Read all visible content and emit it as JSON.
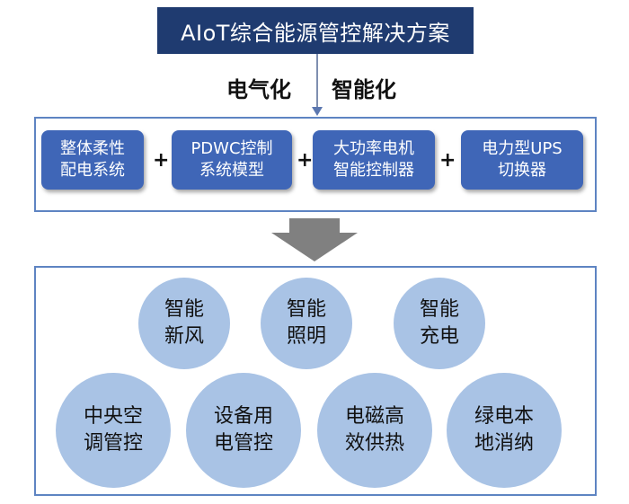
{
  "title": "AIoT综合能源管控解决方案",
  "directions": {
    "left": "电气化",
    "right": "智能化"
  },
  "modules": [
    {
      "line1": "整体柔性",
      "line2": "配电系统"
    },
    {
      "line1": "PDWC控制",
      "line2": "系统模型"
    },
    {
      "line1": "大功率电机",
      "line2": "智能控制器"
    },
    {
      "line1": "电力型UPS",
      "line2": "切换器"
    }
  ],
  "plus_sign": "+",
  "applications_top": [
    {
      "line1": "智能",
      "line2": "新风"
    },
    {
      "line1": "智能",
      "line2": "照明"
    },
    {
      "line1": "智能",
      "line2": "充电"
    }
  ],
  "applications_bottom": [
    {
      "line1": "中央空",
      "line2": "调管控"
    },
    {
      "line1": "设备用",
      "line2": "电管控"
    },
    {
      "line1": "电磁高",
      "line2": "效供热"
    },
    {
      "line1": "绿电本",
      "line2": "地消纳"
    }
  ],
  "colors": {
    "title_bg": "#1f3b70",
    "module_bg": "#3f66b7",
    "frame_border": "#5e84c2",
    "circle_fill": "#a9c3e5",
    "arrow_fill": "#808080"
  }
}
